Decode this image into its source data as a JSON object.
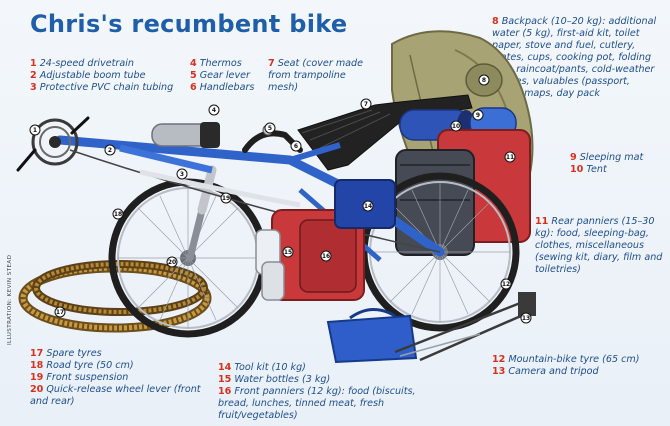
{
  "title": "Chris's recumbent bike",
  "credit": "ILLUSTRATION: KEVIN STEAD",
  "legend_top_left": [
    {
      "num": "1",
      "text": "24-speed drivetrain"
    },
    {
      "num": "2",
      "text": "Adjustable boom tube"
    },
    {
      "num": "3",
      "text": "Protective PVC chain tubing"
    }
  ],
  "legend_top_mid": [
    {
      "num": "4",
      "text": "Thermos"
    },
    {
      "num": "5",
      "text": "Gear lever"
    },
    {
      "num": "6",
      "text": "Handlebars"
    }
  ],
  "legend_seat": {
    "num": "7",
    "text": "Seat (cover made from trampoline mesh)"
  },
  "legend_backpack": {
    "num": "8",
    "text": "Backpack (10–20 kg): additional water (5 kg), first-aid kit, toilet paper, stove and fuel, cutlery, plates, cups, cooking pot, folding saw, raincoat/pants, cold-weather clothes, valuables (passport, cash), maps, day pack"
  },
  "legend_right_mid": [
    {
      "num": "9",
      "text": "Sleeping mat"
    },
    {
      "num": "10",
      "text": "Tent"
    }
  ],
  "legend_rear_panniers": {
    "num": "11",
    "text": "Rear panniers (15–30 kg): food, sleeping-bag, clothes, miscellaneous (sewing kit, diary, film and toiletries)"
  },
  "legend_bottom_right": [
    {
      "num": "12",
      "text": "Mountain-bike tyre (65 cm)"
    },
    {
      "num": "13",
      "text": "Camera and tripod"
    }
  ],
  "legend_bottom_mid": [
    {
      "num": "14",
      "text": "Tool kit (10 kg)"
    },
    {
      "num": "15",
      "text": "Water bottles (3 kg)"
    },
    {
      "num": "16",
      "text": "Front panniers (12 kg): food (biscuits, bread, lunches, tinned meat, fresh fruit/vegetables)"
    }
  ],
  "legend_bottom_left": [
    {
      "num": "17",
      "text": "Spare tyres"
    },
    {
      "num": "18",
      "text": "Road tyre (50 cm)"
    },
    {
      "num": "19",
      "text": "Front suspension"
    },
    {
      "num": "20",
      "text": "Quick-release wheel lever (front and rear)"
    }
  ],
  "callouts": [
    "1",
    "2",
    "3",
    "4",
    "5",
    "6",
    "7",
    "8",
    "9",
    "10",
    "11",
    "12",
    "13",
    "14",
    "15",
    "16",
    "17",
    "18",
    "19",
    "20"
  ],
  "colors": {
    "title": "#1f5ea8",
    "legend_text": "#1f4f8f",
    "number": "#d8301e",
    "frame": "#2f63c9",
    "pannier_red": "#c9383a",
    "backpack": "#a8a374"
  }
}
